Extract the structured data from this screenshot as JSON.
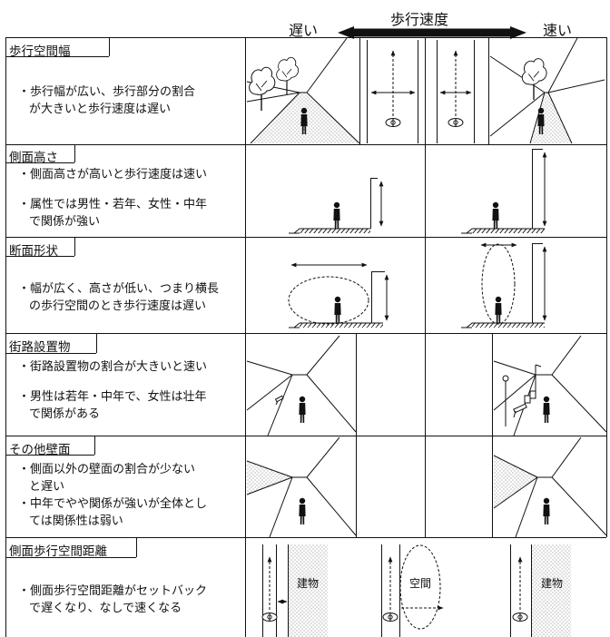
{
  "header": {
    "slow_label": "遅い",
    "title": "歩行速度",
    "fast_label": "速い"
  },
  "rows": [
    {
      "title": "歩行空間幅",
      "bullets": [
        "・歩行幅が広い、歩行部分の割合",
        "が大きいと歩行速度は遅い"
      ]
    },
    {
      "title": "側面高さ",
      "bullets": [
        "・側面高さが高いと歩行速度は速い",
        "・属性では男性・若年、女性・中年",
        "で関係が強い"
      ]
    },
    {
      "title": "断面形状",
      "bullets": [
        "・幅が広く、高さが低い、つまり横長",
        "の歩行空間のとき歩行速度は遅い"
      ]
    },
    {
      "title": "街路設置物",
      "bullets": [
        "・街路設置物の割合が大きいと速い",
        "・男性は若年・中年で、女性は壮年",
        "で関係がある"
      ]
    },
    {
      "title": "その他壁面",
      "bullets": [
        "・側面以外の壁面の割合が少ない",
        "と遅い",
        "・中年でやや関係が強いが全体とし",
        "ては関係性は弱い"
      ]
    },
    {
      "title": "側面歩行空間距離",
      "bullets": [
        "・側面歩行空間距離がセットバック",
        "で遅くなり、なしで速くなる"
      ]
    }
  ],
  "labels": {
    "building_left": "建物",
    "space": "空間",
    "building_right": "建物"
  }
}
